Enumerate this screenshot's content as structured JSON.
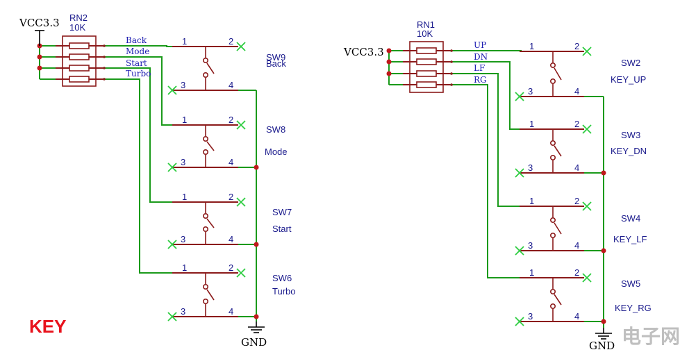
{
  "title": "KEY",
  "left_group": {
    "vcc_label": "VCC3.3",
    "rn_name": "RN2",
    "rn_value": "10K",
    "nets": [
      "Back",
      "Mode",
      "Start",
      "Turbo"
    ],
    "gnd_label": "GND",
    "switches": [
      {
        "name": "SW9",
        "label": "Back",
        "pins": [
          "1",
          "2",
          "3",
          "4"
        ]
      },
      {
        "name": "SW8",
        "label": "Mode",
        "pins": [
          "1",
          "2",
          "3",
          "4"
        ]
      },
      {
        "name": "SW7",
        "label": "Start",
        "pins": [
          "1",
          "2",
          "3",
          "4"
        ]
      },
      {
        "name": "SW6",
        "label": "Turbo",
        "pins": [
          "1",
          "2",
          "3",
          "4"
        ]
      }
    ]
  },
  "right_group": {
    "vcc_label": "VCC3.3",
    "rn_name": "RN1",
    "rn_value": "10K",
    "nets": [
      "UP",
      "DN",
      "LF",
      "RG"
    ],
    "gnd_label": "GND",
    "switches": [
      {
        "name": "SW2",
        "label": "KEY_UP",
        "pins": [
          "1",
          "2",
          "3",
          "4"
        ]
      },
      {
        "name": "SW3",
        "label": "KEY_DN",
        "pins": [
          "1",
          "2",
          "3",
          "4"
        ]
      },
      {
        "name": "SW4",
        "label": "KEY_LF",
        "pins": [
          "1",
          "2",
          "3",
          "4"
        ]
      },
      {
        "name": "SW5",
        "label": "KEY_RG",
        "pins": [
          "1",
          "2",
          "3",
          "4"
        ]
      }
    ]
  },
  "watermark": "电子网"
}
